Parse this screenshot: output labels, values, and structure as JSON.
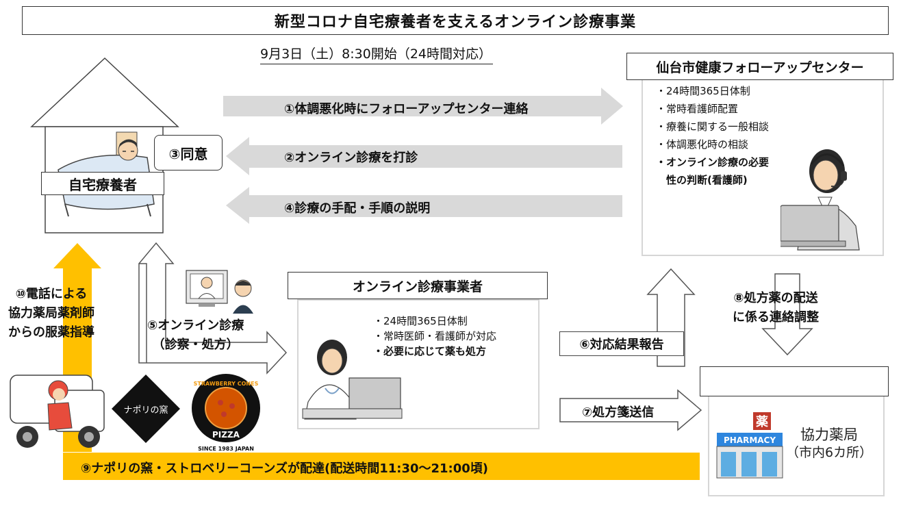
{
  "title": "新型コロナ自宅療養者を支えるオンライン診療事業",
  "subtitle": "9月3日（土）8:30開始（24時間対応）",
  "home": {
    "label": "自宅療養者",
    "consent": "③同意"
  },
  "center": {
    "title": "仙台市健康フォローアップセンター",
    "items": [
      "・24時間365日体制",
      "・常時看護師配置",
      "・療養に関する一般相談",
      "・体調悪化時の相談"
    ],
    "bold_item_line1": "・オンライン診療の必要",
    "bold_item_line2": "性の判断(看護師)"
  },
  "arrows": {
    "a1": "①体調悪化時にフォローアップセンター連絡",
    "a2": "②オンライン診療を打診",
    "a4": "④診療の手配・手順の説明",
    "a5_line1": "⑤オンライン診療",
    "a5_line2": "（診察・処方）",
    "a6": "⑥対応結果報告",
    "a7": "⑦処方箋送信",
    "a8_line1": "⑧処方薬の配送",
    "a8_line2": "に係る連絡調整",
    "a9": "⑨ナポリの窯・ストロベリーコーンズが配達(配送時間11:30～21:00頃)",
    "a10_line1": "⑩電話による",
    "a10_line2": "協力薬局薬剤師",
    "a10_line3": "からの服薬指導"
  },
  "provider": {
    "title": "オンライン診療事業者",
    "items": [
      "・24時間365日体制",
      "・常時医師・看護師が対応"
    ],
    "bold_item": "・必要に応じて薬も処方"
  },
  "pharmacy": {
    "name": "協力薬局",
    "count": "（市内6カ所）",
    "sign": "PHARMACY",
    "kanji": "薬"
  },
  "logos": {
    "napoli": "ナポリの窯",
    "strawberry_top": "STRAWBERRY CONES",
    "strawberry_mid": "PIZZA",
    "strawberry_bottom": "SINCE 1983 JAPAN"
  },
  "colors": {
    "arrow_gray": "#d9d9d9",
    "delivery_yellow": "#ffc000",
    "panel_border": "#d6d6d6"
  }
}
